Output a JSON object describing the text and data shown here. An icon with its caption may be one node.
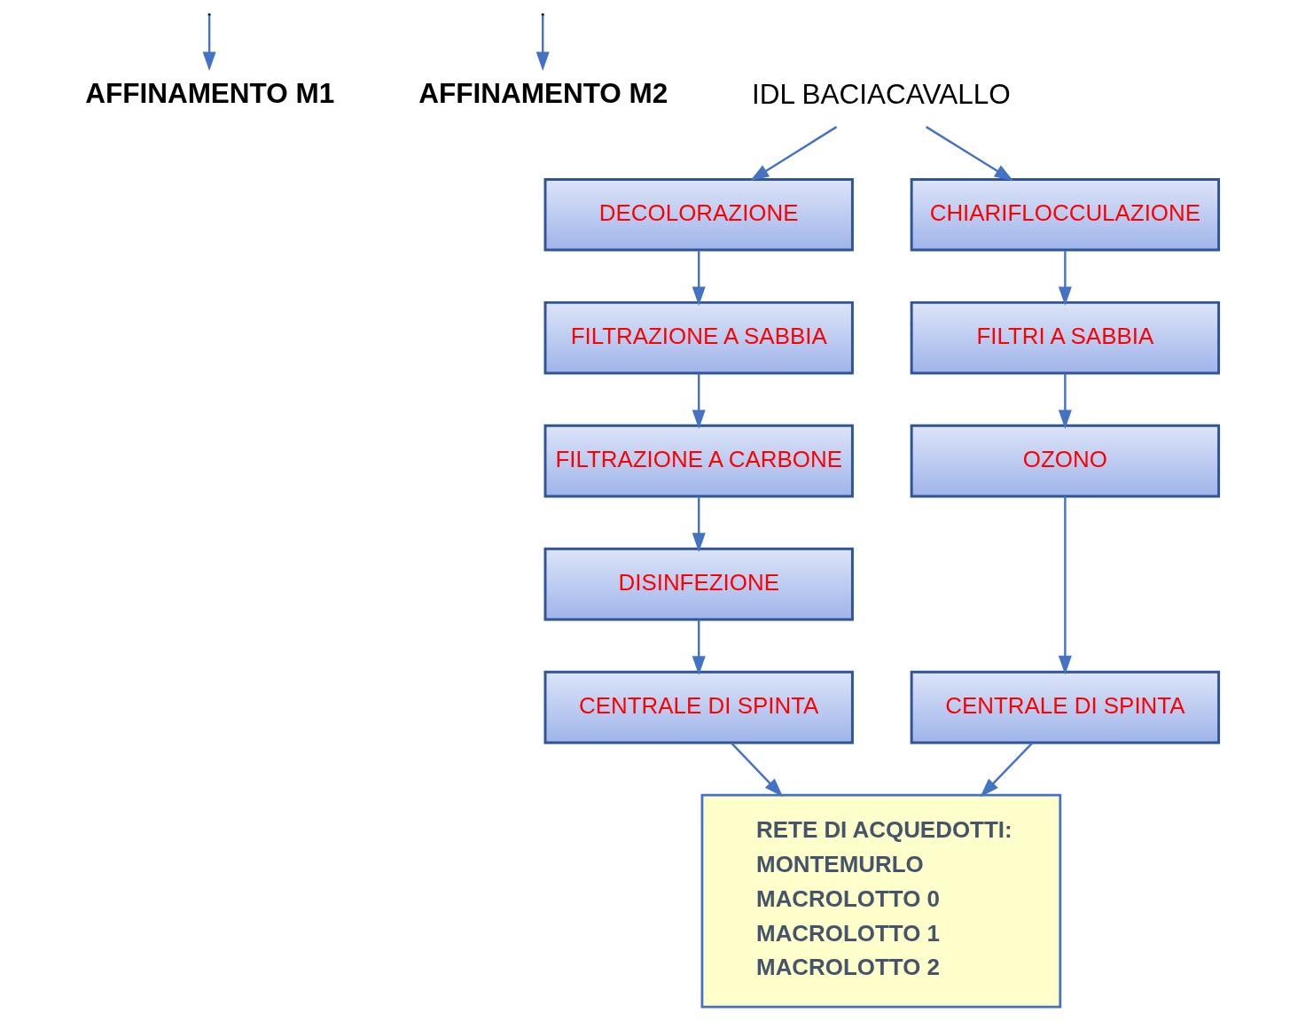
{
  "diagram": {
    "nodes": [
      {
        "text": [
          "AFFINAMENTO M1"
        ]
      },
      {
        "text": [
          "AFFINAMENTO M2"
        ]
      },
      {
        "text": [
          "IDL BACIACAVALLO"
        ]
      },
      {
        "text": [
          "DECOLORAZIONE"
        ]
      },
      {
        "text": [
          "CHIARIFLOCCULAZIONE"
        ]
      },
      {
        "text": [
          "FILTRAZIONE A SABBIA"
        ]
      },
      {
        "text": [
          "FILTRI A SABBIA"
        ]
      },
      {
        "text": [
          "FILTRAZIONE A CARBONE"
        ]
      },
      {
        "text": [
          "OZONO"
        ]
      },
      {
        "text": [
          "DISINFEZIONE"
        ]
      },
      {
        "text": [
          "CENTRALE DI SPINTA"
        ]
      },
      {
        "text": [
          "CENTRALE DI SPINTA"
        ]
      },
      {
        "text": [
          "RETE DI ACQUEDOTTI:",
          "MONTEMURLO",
          "MACROLOTTO 0",
          "MACROLOTTO 1",
          "MACROLOTTO 2"
        ]
      }
    ],
    "edges": [
      {
        "from": null,
        "to": 0,
        "arrow": "to"
      },
      {
        "from": null,
        "to": 1,
        "arrow": "to"
      },
      {
        "from": 2,
        "to": 3,
        "arrow": "to"
      },
      {
        "from": 2,
        "to": 4,
        "arrow": "to"
      },
      {
        "from": 3,
        "to": 5,
        "arrow": "to"
      },
      {
        "from": 5,
        "to": 7,
        "arrow": "to"
      },
      {
        "from": 7,
        "to": 9,
        "arrow": "to"
      },
      {
        "from": 9,
        "to": 11,
        "arrow": "to"
      },
      {
        "from": 4,
        "to": 6,
        "arrow": "to"
      },
      {
        "from": 6,
        "to": 8,
        "arrow": "to"
      },
      {
        "from": 8,
        "to": 10,
        "arrow": "to"
      },
      {
        "from": 11,
        "to": 12,
        "arrow": "to"
      },
      {
        "from": 10,
        "to": 12,
        "arrow": "to"
      }
    ]
  }
}
